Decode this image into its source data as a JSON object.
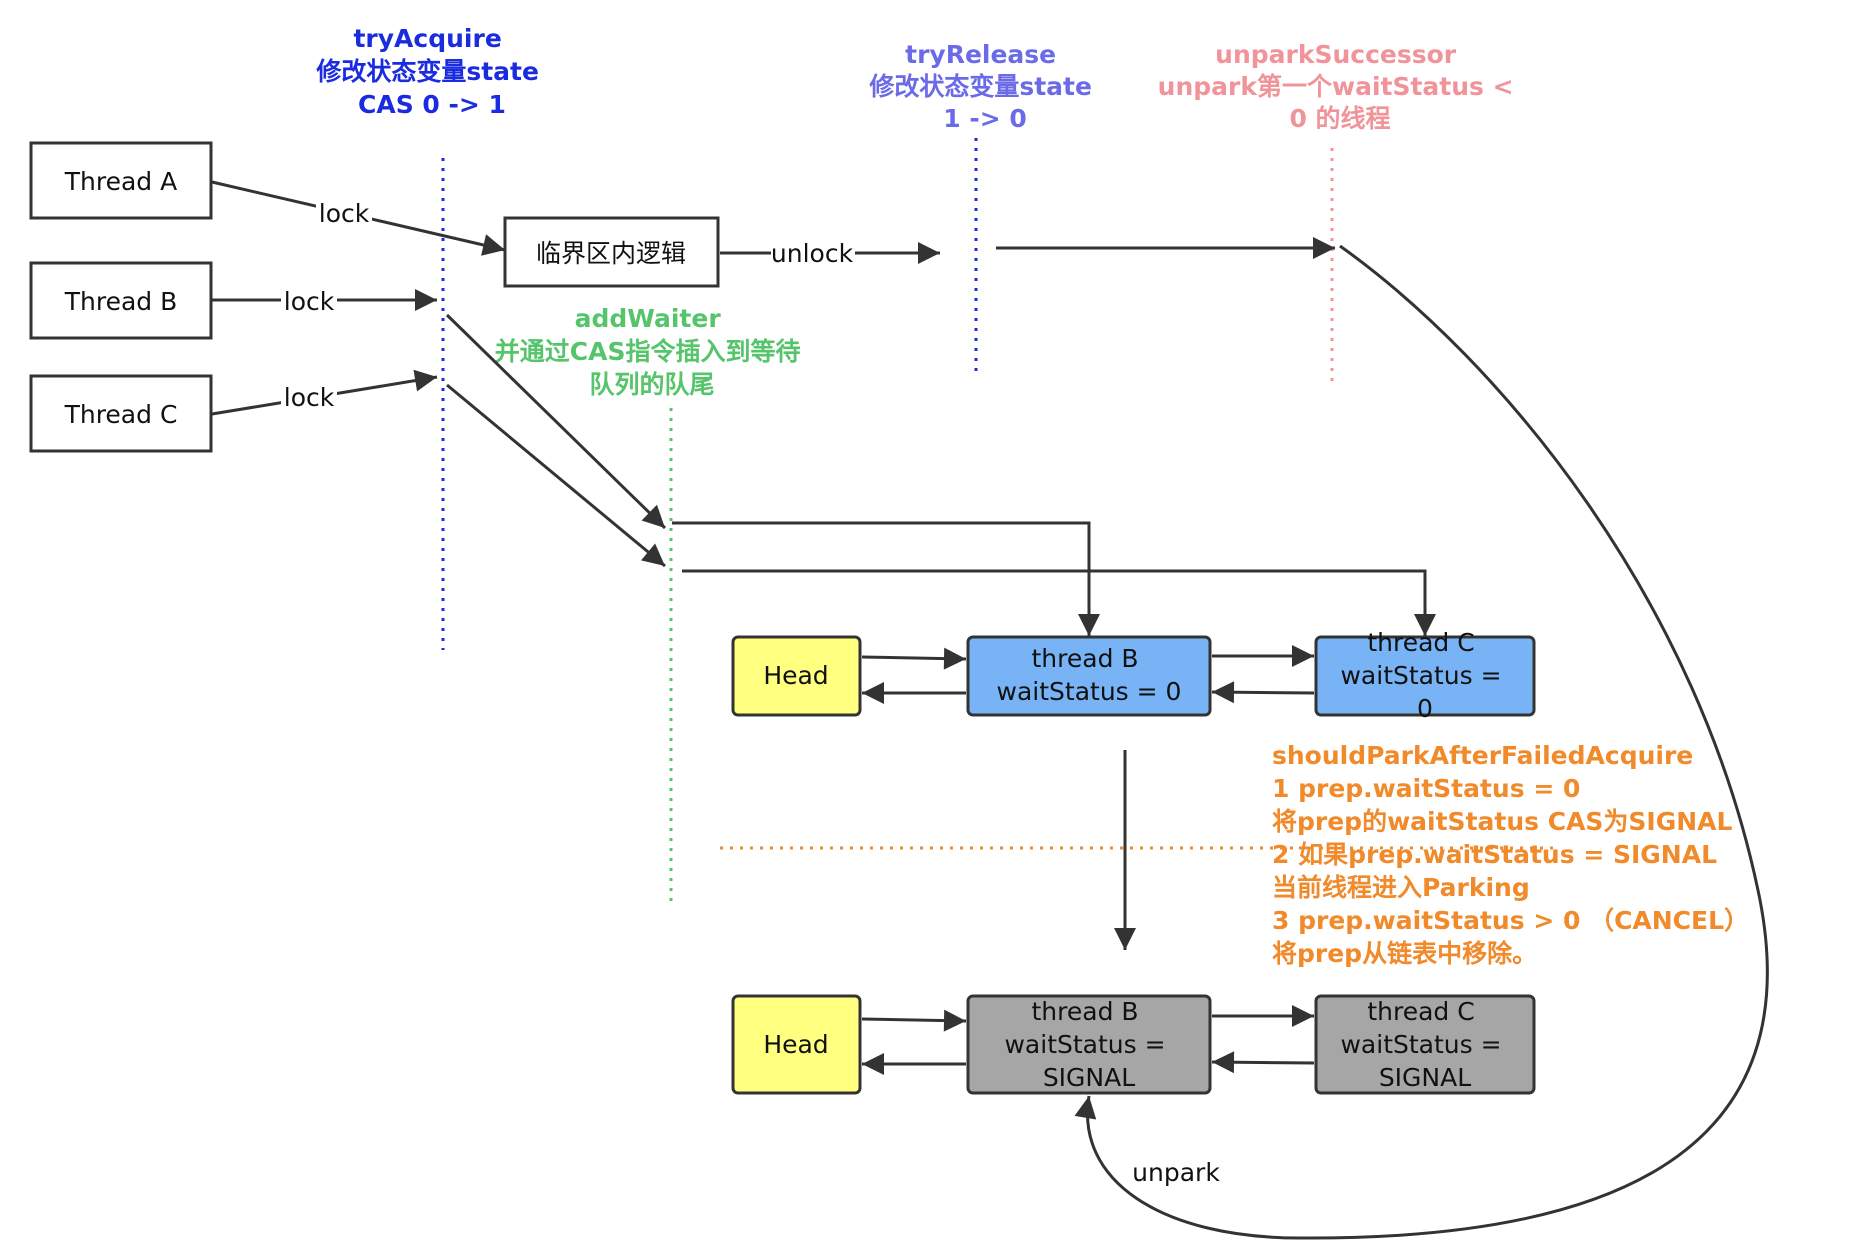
{
  "threads": {
    "a": "Thread A",
    "b": "Thread B",
    "c": "Thread C"
  },
  "edges": {
    "lock_a": "lock",
    "lock_b": "lock",
    "lock_c": "lock",
    "unlock": "unlock",
    "unpark": "unpark"
  },
  "critical_section": "临界区内逻辑",
  "annotations": {
    "try_acquire": [
      "tryAcquire",
      "",
      "修改状态变量state",
      "CAS 0 -> 1"
    ],
    "try_release": [
      "tryRelease",
      "修改状态变量state",
      "1 -> 0"
    ],
    "unpark_successor": [
      "unparkSuccessor",
      "unpark第一个waitStatus <",
      "0 的线程"
    ],
    "add_waiter": [
      "addWaiter",
      "并通过CAS指令插入到等待",
      "队列的队尾"
    ],
    "should_park": [
      "shouldParkAfterFailedAcquire",
      "1 prep.waitStatus = 0",
      "将prep的waitStatus CAS为SIGNAL",
      "2 如果prep.waitStatus = SIGNAL",
      "当前线程进入Parking",
      "3 prep.waitStatus > 0 （CANCEL）",
      "将prep从链表中移除。"
    ]
  },
  "queue_before": {
    "head": "Head",
    "node_b": [
      "thread B",
      "waitStatus = 0"
    ],
    "node_c": [
      "thread C",
      "waitStatus =",
      "0"
    ]
  },
  "queue_after": {
    "head": "Head",
    "node_b": [
      "thread B",
      "waitStatus =",
      "SIGNAL"
    ],
    "node_c": [
      "thread C",
      "waitStatus =",
      "SIGNAL"
    ]
  },
  "colors": {
    "try_acquire": "#1b2be0",
    "try_release": "#6b6be8",
    "unpark_successor": "#f0949a",
    "add_waiter": "#55c46a",
    "should_park": "#f08a2a",
    "head_fill": "#ffff80",
    "waiting_node_fill": "#78b4f5",
    "signal_node_fill": "#a6a6a6"
  }
}
